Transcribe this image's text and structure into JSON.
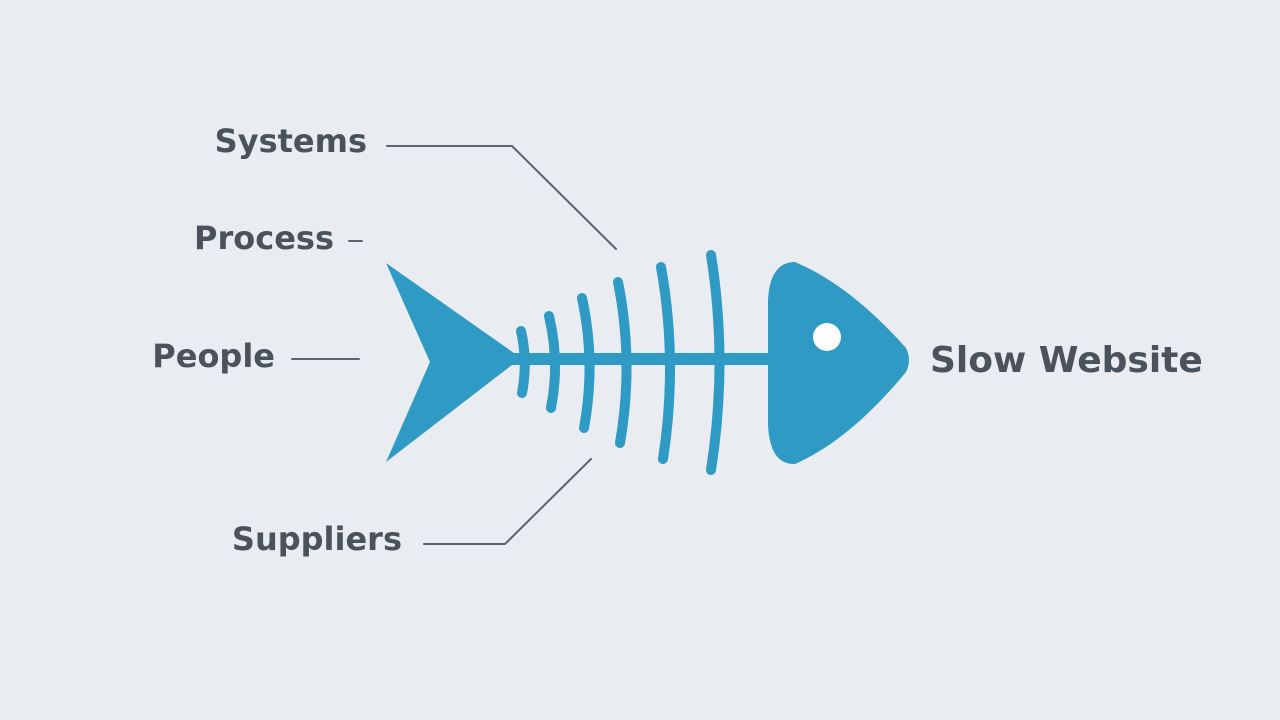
{
  "diagram": {
    "effect": "Slow Website",
    "causes": {
      "systems": "Systems",
      "process": "Process",
      "people": "People",
      "suppliers": "Suppliers"
    }
  },
  "colors": {
    "background": "#e9ecf1",
    "fish": "#2f9bc4",
    "text": "#4a525c",
    "connector": "#5d646d"
  }
}
